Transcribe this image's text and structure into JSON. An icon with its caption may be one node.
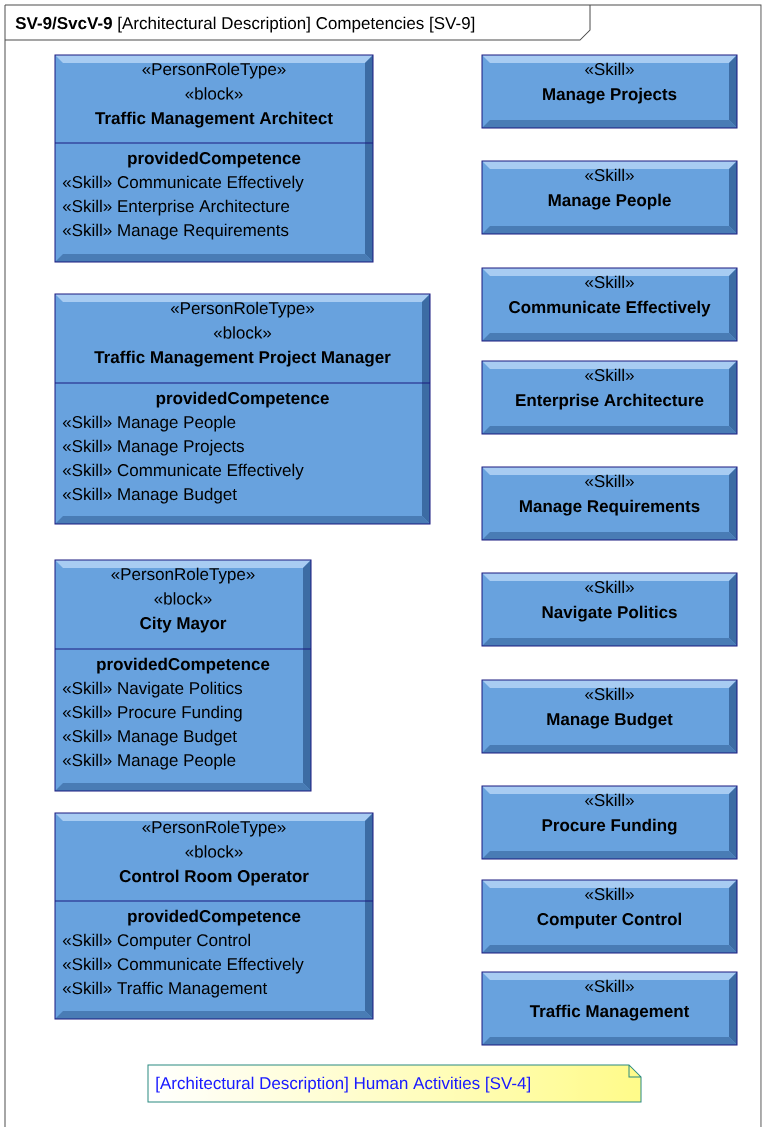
{
  "diagram": {
    "title": "**SV-9/SvcV-9** [Architectural Description] Competencies [SV-9]",
    "nodes": [
      {
        "text": [
          "«PersonRoleType»",
          "«block»",
          "Traffic Management Architect",
          "providedCompetence",
          "«Skill» Communicate Effectively",
          "«Skill» Enterprise Architecture",
          "«Skill» Manage Requirements"
        ]
      },
      {
        "text": [
          "«PersonRoleType»",
          "«block»",
          "Traffic Management Project Manager",
          "providedCompetence",
          "«Skill» Manage People",
          "«Skill» Manage Projects",
          "«Skill» Communicate Effectively",
          "«Skill» Manage Budget"
        ]
      },
      {
        "text": [
          "«PersonRoleType»",
          "«block»",
          "City Mayor",
          "providedCompetence",
          "«Skill» Navigate Politics",
          "«Skill» Procure Funding",
          "«Skill» Manage Budget",
          "«Skill» Manage People"
        ]
      },
      {
        "text": [
          "«PersonRoleType»",
          "«block»",
          "Control Room Operator",
          "providedCompetence",
          "«Skill» Computer Control",
          "«Skill» Communicate Effectively",
          "«Skill» Traffic Management"
        ]
      },
      {
        "text": [
          "«Skill»",
          "Manage Projects"
        ]
      },
      {
        "text": [
          "«Skill»",
          "Manage People"
        ]
      },
      {
        "text": [
          "«Skill»",
          "Communicate Effectively"
        ]
      },
      {
        "text": [
          "«Skill»",
          "Enterprise Architecture"
        ]
      },
      {
        "text": [
          "«Skill»",
          "Manage Requirements"
        ]
      },
      {
        "text": [
          "«Skill»",
          "Navigate Politics"
        ]
      },
      {
        "text": [
          "«Skill»",
          "Manage Budget"
        ]
      },
      {
        "text": [
          "«Skill»",
          "Procure Funding"
        ]
      },
      {
        "text": [
          "«Skill»",
          "Computer Control"
        ]
      },
      {
        "text": [
          "«Skill»",
          "Traffic Management"
        ]
      },
      {
        "text": [
          "[Architectural Description] Human Activities [SV-4]"
        ]
      }
    ]
  }
}
